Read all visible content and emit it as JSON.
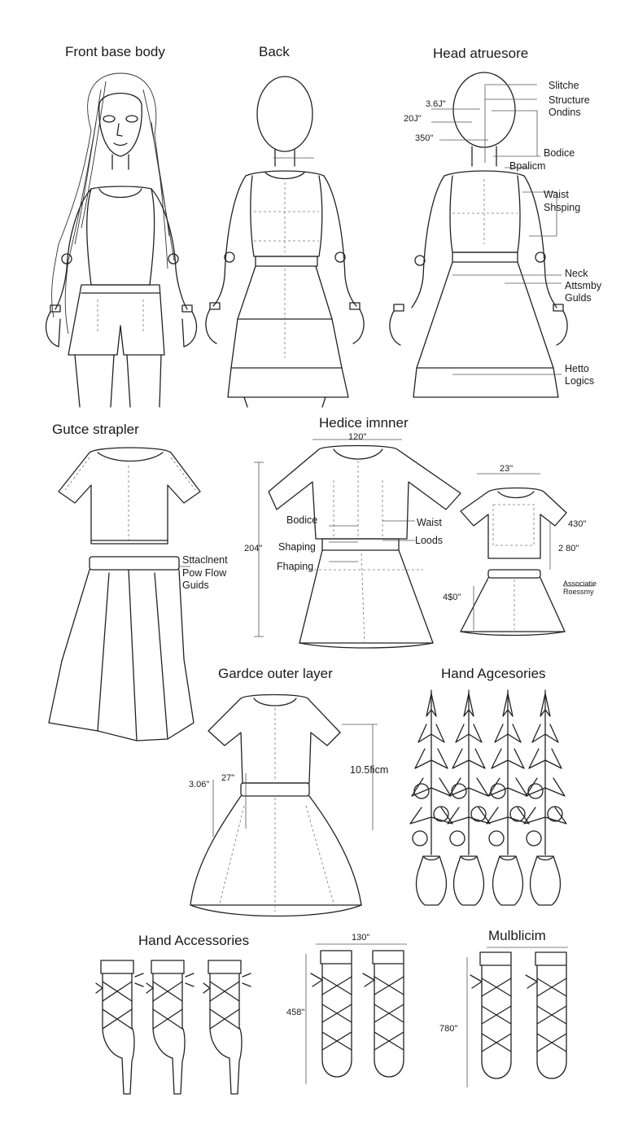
{
  "titles": {
    "front": "Front base body",
    "back": "Back",
    "head": "Head atruesore",
    "guide": "Gutce strapler",
    "hedice": "Hedice imnner",
    "outer": "Gardce outer layer",
    "hand_top": "Hand Agcesories",
    "hand_bottom": "Hand Accessories",
    "mul": "Mulblicim"
  },
  "head_notes": {
    "a": "Slitche",
    "b": "Structure",
    "c": "Ondins",
    "d": "Bodice",
    "e": "Bpalicm",
    "f": "Waist",
    "g": "Shsping",
    "h": "Neck",
    "i": "Attsmby",
    "j": "Gulds",
    "k": "Hetto",
    "l": "Logics"
  },
  "head_dims": {
    "d1": "3.6J\"",
    "d2": "20J\"",
    "d3": "350\""
  },
  "guide_notes": {
    "a": "Sttaclnent",
    "b": "Pow Flow",
    "c": "Guids"
  },
  "hedice_notes": {
    "w": "120\"",
    "h": "204\"",
    "bodice": "Bodice",
    "shaping": "Shaping",
    "fhaping": "Fhaping",
    "waist": "Waist",
    "loods": "Loods"
  },
  "small_dims": {
    "w": "23\"",
    "h1": "430\"",
    "h2": "2 80\"",
    "h3": "4$0\"",
    "acc1": "Associatie",
    "acc2": "Roessmy"
  },
  "outer_dims": {
    "a": "3.06\"",
    "b": "27\"",
    "c": "10.5ficm"
  },
  "boot_dims": {
    "w": "130\"",
    "h1": "458\"",
    "h2": "780\""
  }
}
